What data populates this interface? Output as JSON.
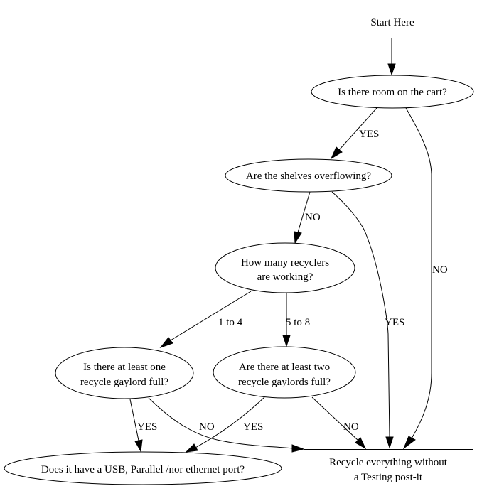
{
  "diagram": {
    "type": "flowchart",
    "colors": {
      "stroke": "#000000",
      "fill": "#ffffff",
      "text": "#000000"
    },
    "nodes": [
      {
        "id": "start",
        "shape": "box",
        "lines": [
          "Start Here"
        ]
      },
      {
        "id": "room_cart",
        "shape": "ellipse",
        "lines": [
          "Is there room on the cart?"
        ]
      },
      {
        "id": "shelves",
        "shape": "ellipse",
        "lines": [
          "Are the shelves overflowing?"
        ]
      },
      {
        "id": "recyclers",
        "shape": "ellipse",
        "lines": [
          "How many recyclers",
          "are working?"
        ]
      },
      {
        "id": "one_gaylord",
        "shape": "ellipse",
        "lines": [
          "Is there at least one",
          "recycle gaylord full?"
        ]
      },
      {
        "id": "two_gaylords",
        "shape": "ellipse",
        "lines": [
          "Are there at least two",
          "recycle gaylords full?"
        ]
      },
      {
        "id": "port",
        "shape": "ellipse",
        "lines": [
          "Does it have a USB, Parallel /nor ethernet port?"
        ]
      },
      {
        "id": "recycle_all",
        "shape": "box",
        "lines": [
          "Recycle everything without",
          "a Testing post-it"
        ]
      }
    ],
    "edges": [
      {
        "from": "start",
        "to": "room_cart",
        "label": ""
      },
      {
        "from": "room_cart",
        "to": "shelves",
        "label": "YES"
      },
      {
        "from": "room_cart",
        "to": "recycle_all",
        "label": "NO"
      },
      {
        "from": "shelves",
        "to": "recyclers",
        "label": "NO"
      },
      {
        "from": "shelves",
        "to": "recycle_all",
        "label": "YES"
      },
      {
        "from": "recyclers",
        "to": "one_gaylord",
        "label": "1 to 4"
      },
      {
        "from": "recyclers",
        "to": "two_gaylords",
        "label": "5 to 8"
      },
      {
        "from": "one_gaylord",
        "to": "port",
        "label": "YES"
      },
      {
        "from": "one_gaylord",
        "to": "recycle_all",
        "label": "NO"
      },
      {
        "from": "two_gaylords",
        "to": "port",
        "label": "YES"
      },
      {
        "from": "two_gaylords",
        "to": "recycle_all",
        "label": "NO"
      }
    ]
  }
}
